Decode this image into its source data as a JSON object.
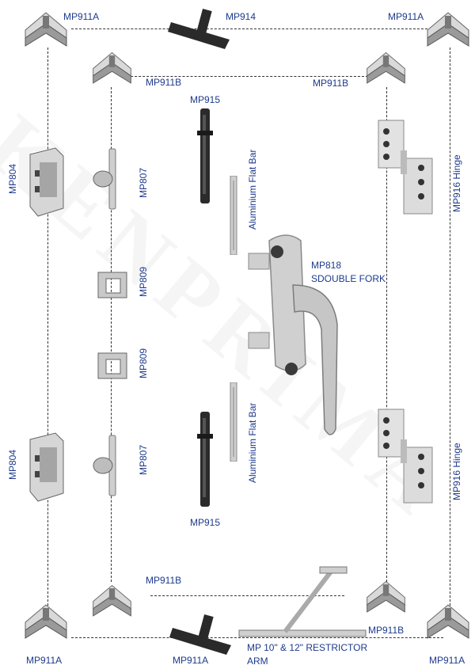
{
  "watermark": "KENPRIMA",
  "colors": {
    "label": "#1d3a8c",
    "dash": "#333333",
    "metal_light": "#e3e3e3",
    "metal_mid": "#b9b9b9",
    "metal_dark": "#6f6f6f",
    "black_part": "#2a2a2a"
  },
  "labels": {
    "mp911a_top_left": "MP911A",
    "mp914": "MP914",
    "mp911a_top_right": "MP911A",
    "mp911b_top_left": "MP911B",
    "mp911b_top_right": "MP911B",
    "mp915_top": "MP915",
    "flat_bar_top": "Aluminium Flat Bar",
    "mp804_top": "MP804",
    "mp807_top": "MP807",
    "mp916_top": "MP916 Hinge",
    "mp818": "MP818",
    "sdouble_fork": "SDOUBLE FORK",
    "mp809_a": "MP809",
    "mp809_b": "MP809",
    "mp804_bottom": "MP804",
    "mp807_bottom": "MP807",
    "flat_bar_bottom": "Aluminium Flat Bar",
    "mp916_bottom": "MP916 Hinge",
    "mp915_bottom": "MP915",
    "mp911b_bottom_left": "MP911B",
    "mp911b_bottom_right": "MP911B",
    "mp911a_bottom_left": "MP911A",
    "mp911a_bottom_mid": "MP911A",
    "mp911a_bottom_right": "MP911A",
    "restrictor_line1": "MP 10\" & 12\" RESTRICTOR",
    "restrictor_line2": "ARM"
  }
}
